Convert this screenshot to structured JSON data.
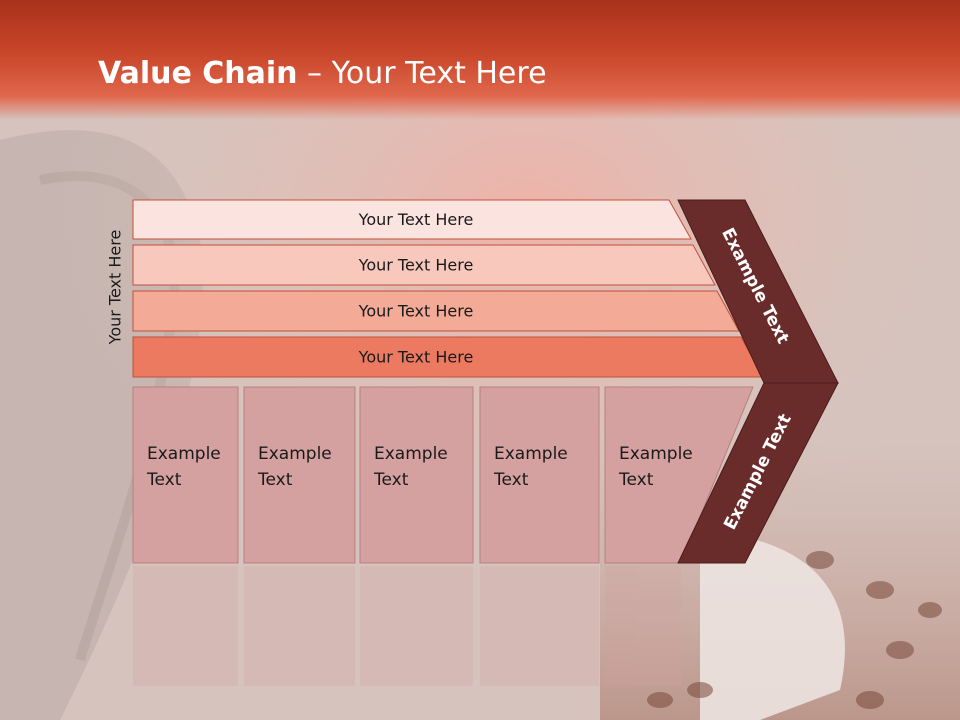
{
  "slide": {
    "title_bold": "Value Chain",
    "title_rest": " – Your Text Here",
    "side_label": "Your Text Here"
  },
  "bars": [
    {
      "label": "Your Text Here",
      "color": "#fbe3e0"
    },
    {
      "label": "Your Text Here",
      "color": "#f8c8bd"
    },
    {
      "label": "Your Text Here",
      "color": "#f3aa96"
    },
    {
      "label": "Your Text Here",
      "color": "#ec7a60"
    }
  ],
  "boxes": [
    {
      "line1": "Example",
      "line2": "Text"
    },
    {
      "line1": "Example",
      "line2": "Text"
    },
    {
      "line1": "Example",
      "line2": "Text"
    },
    {
      "line1": "Example",
      "line2": "Text"
    },
    {
      "line1": "Example",
      "line2": "Text"
    }
  ],
  "chevrons": {
    "top": "Example Text",
    "bottom": "Example Text",
    "color": "#6a2c2a"
  },
  "colors": {
    "header": "#c9462a",
    "box_fill": "#d4a0a0"
  }
}
